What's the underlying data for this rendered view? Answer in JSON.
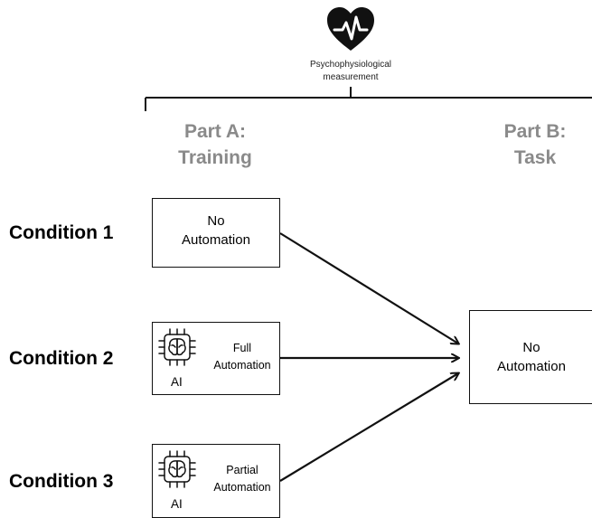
{
  "header": {
    "icon": "heart-pulse-icon",
    "measure_line1": "Psychophysiological",
    "measure_line2": "measurement"
  },
  "parts": {
    "a_line1": "Part A:",
    "a_line2": "Training",
    "b_line1": "Part B:",
    "b_line2": "Task"
  },
  "conditions": [
    {
      "label": "Condition 1",
      "box_line1": "No",
      "box_line2": "Automation"
    },
    {
      "label": "Condition 2",
      "icon": "ai-chip-brain-icon",
      "ai": "AI",
      "box_line1": "Full",
      "box_line2": "Automation"
    },
    {
      "label": "Condition 3",
      "icon": "ai-chip-brain-icon",
      "ai": "AI",
      "box_line1": "Partial",
      "box_line2": "Automation"
    }
  ],
  "task_box": {
    "line1": "No",
    "line2": "Automation"
  },
  "colors": {
    "part_heading": "#8a8a8a",
    "stroke": "#111111",
    "heart": "#111111"
  }
}
